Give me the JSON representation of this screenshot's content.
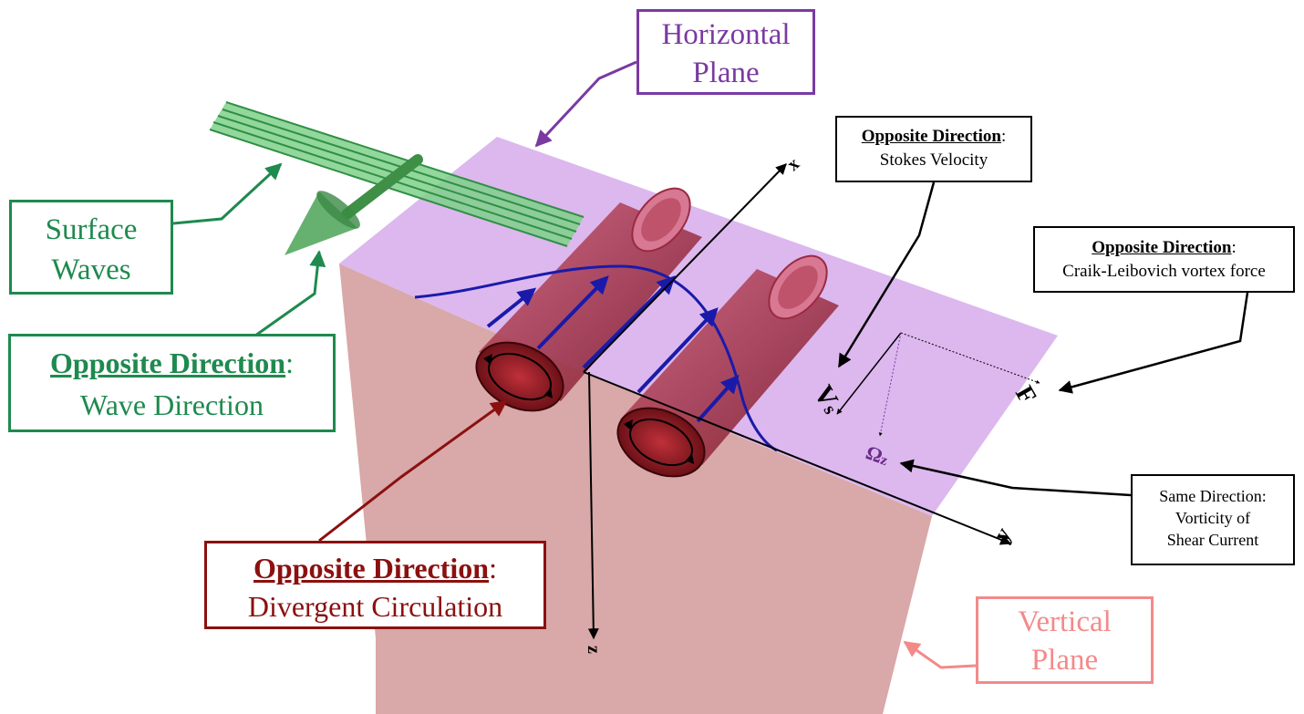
{
  "labels": {
    "horizontal_plane": [
      "Horizontal",
      "Plane"
    ],
    "surface_waves": [
      "Surface",
      "Waves"
    ],
    "wave_direction": {
      "title": "Opposite Direction",
      "suffix": ":",
      "subtitle": "Wave Direction"
    },
    "stokes": {
      "title": "Opposite Direction",
      "suffix": ":",
      "subtitle": "Stokes Velocity"
    },
    "craik": {
      "title": "Opposite Direction",
      "suffix": ":",
      "subtitle": "Craik-Leibovich vortex force"
    },
    "same": [
      "Same Direction:",
      "Vorticity of",
      "Shear Current"
    ],
    "divergent": {
      "title": "Opposite Direction",
      "suffix": ":",
      "subtitle": "Divergent Circulation"
    },
    "vertical_plane": [
      "Vertical",
      "Plane"
    ]
  },
  "axes": {
    "x": "x",
    "y": "y",
    "z": "z"
  },
  "symbols": {
    "vs": "V",
    "vs_sub": "s",
    "f": "F",
    "omega": "Ω",
    "omega_sub": "z"
  },
  "colors": {
    "horizontal_plane": "#dcb8ee",
    "vertical_plane": "#d9a8a8",
    "purple": "#7a3aa2",
    "green": "#1e8a4e",
    "dark_red": "#8b1010",
    "pink": "#f38a8a",
    "blue": "#1a1aaa"
  }
}
